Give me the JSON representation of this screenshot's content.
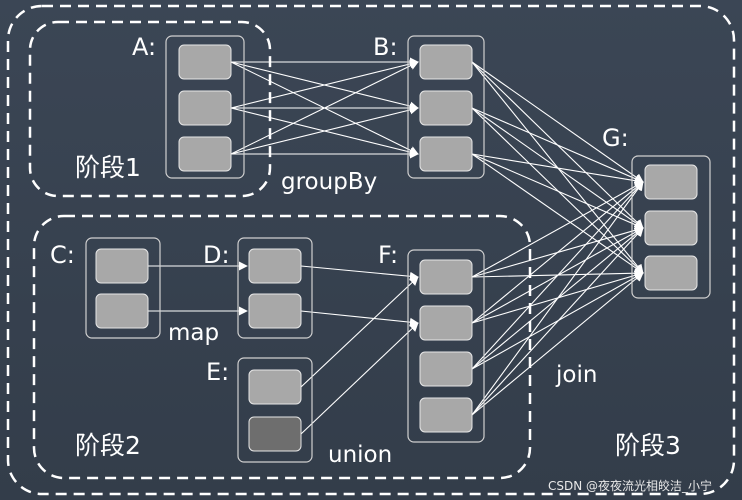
{
  "stages": {
    "stage1": "阶段1",
    "stage2": "阶段2",
    "stage3": "阶段3"
  },
  "nodes": {
    "A": "A:",
    "B": "B:",
    "C": "C:",
    "D": "D:",
    "E": "E:",
    "F": "F:",
    "G": "G:"
  },
  "operations": {
    "groupBy": "groupBy",
    "map": "map",
    "union": "union",
    "join": "join"
  },
  "watermark": "CSDN @夜夜流光相皎洁_小宁",
  "colors": {
    "partition": "#a8a8a8",
    "partition_dark": "#6e6e6e",
    "line": "#ffffff"
  },
  "edges": [
    {
      "from": "A",
      "to": "B",
      "pattern": "all-to-all"
    },
    {
      "from": "C",
      "to": "D",
      "pattern": "one-to-one"
    },
    {
      "from": "D",
      "to": "F",
      "pattern": "one-to-one"
    },
    {
      "from": "E",
      "to": "F",
      "pattern": "one-to-one"
    },
    {
      "from": "B",
      "to": "G",
      "pattern": "all-to-all"
    },
    {
      "from": "F",
      "to": "G",
      "pattern": "all-to-all"
    }
  ]
}
